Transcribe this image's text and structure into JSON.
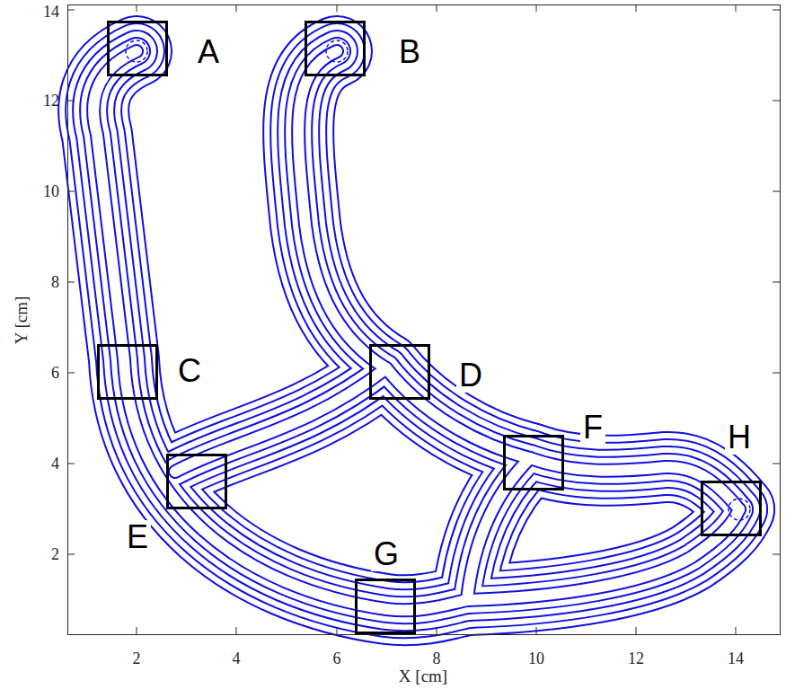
{
  "diagram": {
    "nodes": [
      {
        "text": [
          "A"
        ]
      },
      {
        "text": [
          "B"
        ]
      },
      {
        "text": [
          "C"
        ]
      },
      {
        "text": [
          "D"
        ]
      },
      {
        "text": [
          "E"
        ]
      },
      {
        "text": [
          "F"
        ]
      },
      {
        "text": [
          "G"
        ]
      },
      {
        "text": [
          "H"
        ]
      }
    ],
    "labels": [
      "2",
      "4",
      "6",
      "8",
      "10",
      "12",
      "14",
      "2",
      "4",
      "6",
      "8",
      "10",
      "12",
      "14",
      "X [cm]",
      "Y [cm]"
    ]
  }
}
